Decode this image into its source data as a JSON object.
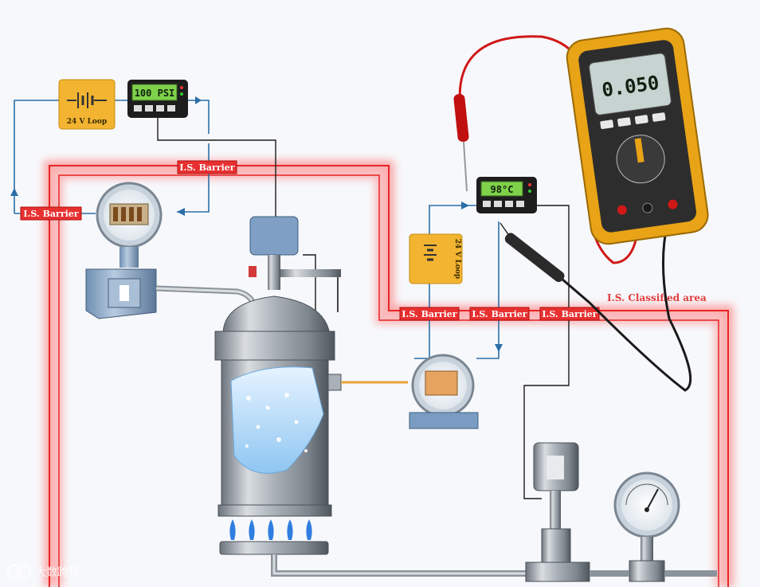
{
  "diagram": {
    "barriers": [
      "I.S. Barrier",
      "I.S. Barrier",
      "I.S. Barrier",
      "I.S. Barrier",
      "I.S. Barrier"
    ],
    "pressure_display": "100 PSI",
    "temp_display": "98°C",
    "multimeter_reading": "0.050",
    "loop_label_top": "24 V Loop",
    "loop_label_mid": "24 V Loop",
    "zone_label": "I.S. Classified area",
    "watermark": "大数跨境",
    "colors": {
      "is_zone": "#ff5a5a",
      "loop_wire": "#2b6fa8",
      "probe_red": "#d01818",
      "multimeter_body": "#e8a317",
      "battery_box": "#f2b431"
    }
  }
}
